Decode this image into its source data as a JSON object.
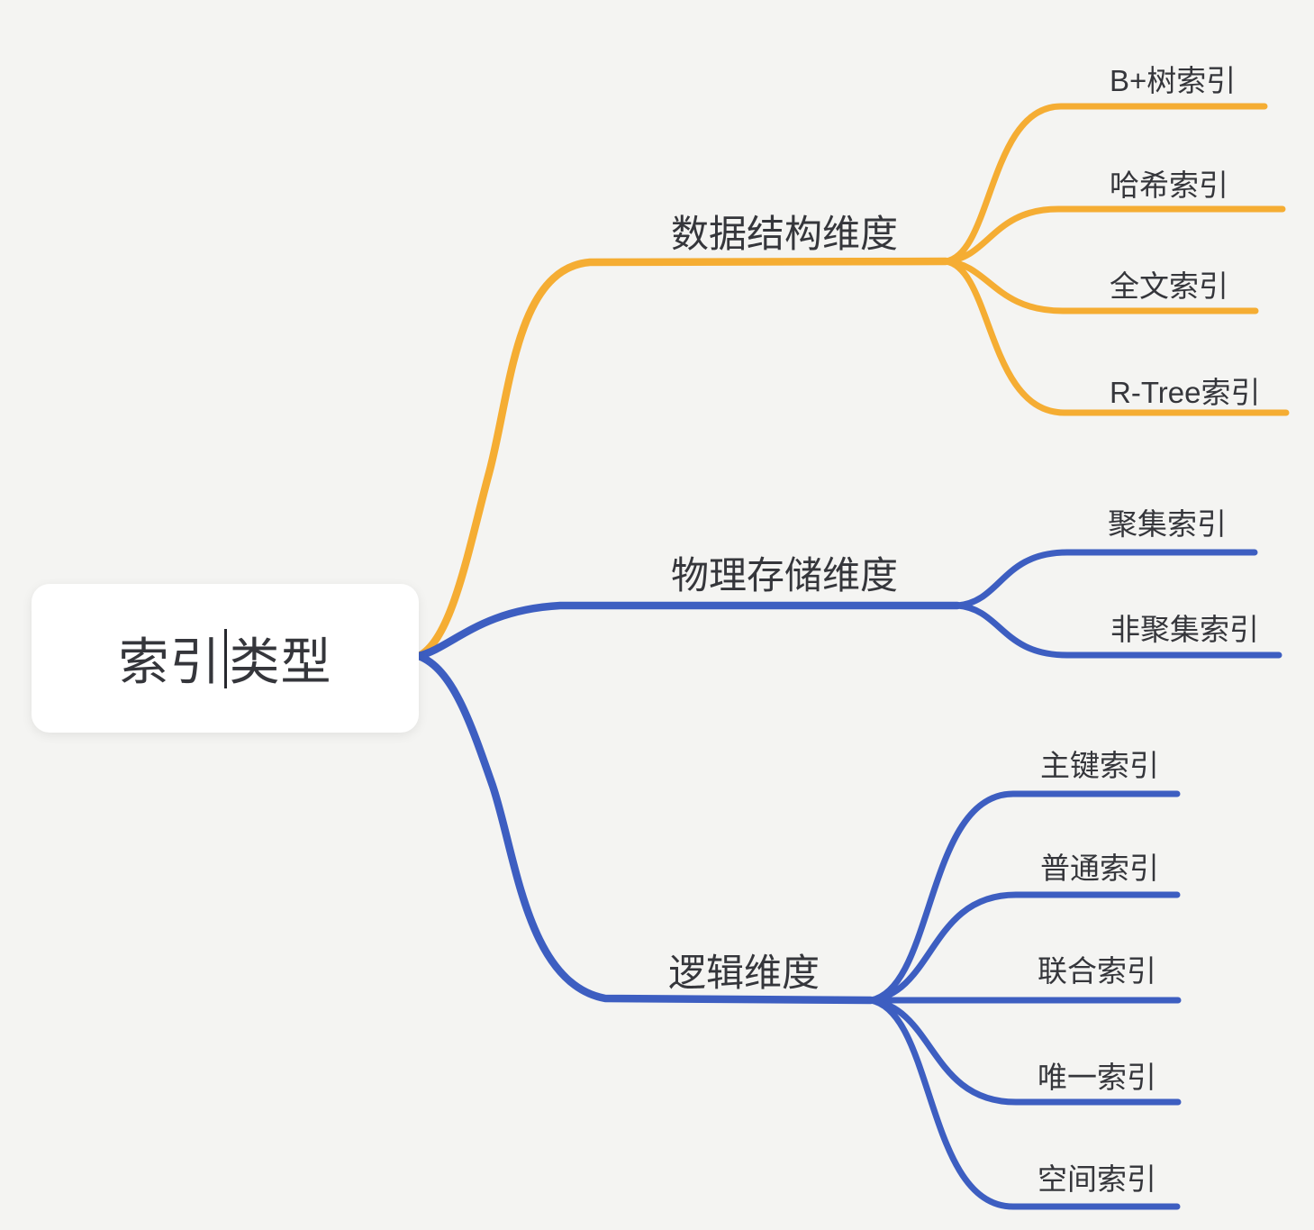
{
  "colors": {
    "background": "#f4f4f2",
    "card": "#ffffff",
    "text": "#35363b",
    "branch_orange": "#f5ad33",
    "branch_blue": "#3d5ec1"
  },
  "root": {
    "label": "索引类型",
    "label_before_caret": "索引",
    "label_after_caret": "类型"
  },
  "branches": [
    {
      "label": "数据结构维度",
      "color": "orange",
      "children": [
        {
          "label": "B+树索引"
        },
        {
          "label": "哈希索引"
        },
        {
          "label": "全文索引"
        },
        {
          "label": "R-Tree索引"
        }
      ]
    },
    {
      "label": "物理存储维度",
      "color": "blue",
      "children": [
        {
          "label": "聚集索引"
        },
        {
          "label": "非聚集索引"
        }
      ]
    },
    {
      "label": "逻辑维度",
      "color": "blue",
      "children": [
        {
          "label": "主键索引"
        },
        {
          "label": "普通索引"
        },
        {
          "label": "联合索引"
        },
        {
          "label": "唯一索引"
        },
        {
          "label": "空间索引"
        }
      ]
    }
  ]
}
